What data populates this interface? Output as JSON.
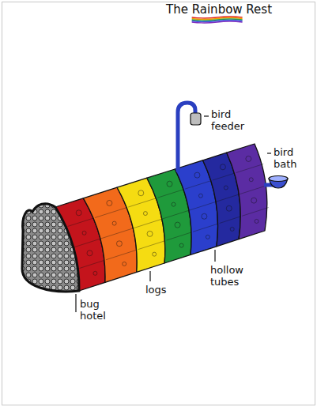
{
  "diagram": {
    "title": "The Rainbow Rest",
    "labels": [
      "bird feeder",
      "bird bath",
      "bug hotel",
      "logs",
      "hollow tubes"
    ]
  }
}
